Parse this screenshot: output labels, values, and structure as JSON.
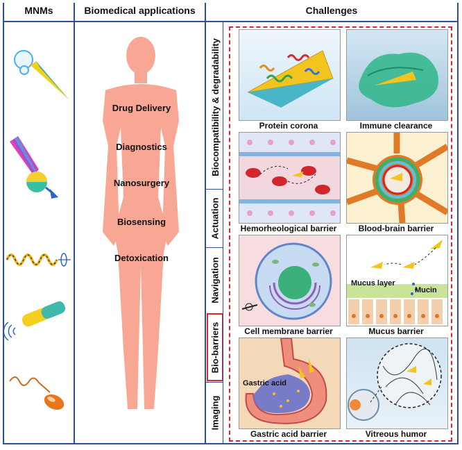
{
  "headers": {
    "mnms": "MNMs",
    "applications": "Biomedical applications",
    "challenges": "Challenges"
  },
  "applications": [
    "Drug Delivery",
    "Diagnostics",
    "Nanosurgery",
    "Biosensing",
    "Detoxication"
  ],
  "categories": [
    "Biocompatibility & degradability",
    "Actuation",
    "Navigation",
    "Bio-barriers",
    "Imaging"
  ],
  "panels": [
    "Protein corona",
    "Immune clearance",
    "Hemorheological barrier",
    "Blood-brain barrier",
    "Cell membrane barrier",
    "Mucus barrier",
    "Gastric acid barrier",
    "Vitreous humor"
  ],
  "inner_labels": {
    "mucus_layer": "Mucus layer",
    "mucin": "Mucin",
    "gastric_acid": "Gastric acid"
  },
  "colors": {
    "border": "#2f4f9a",
    "highlight": "#d9262c",
    "body": "#f7a793"
  }
}
